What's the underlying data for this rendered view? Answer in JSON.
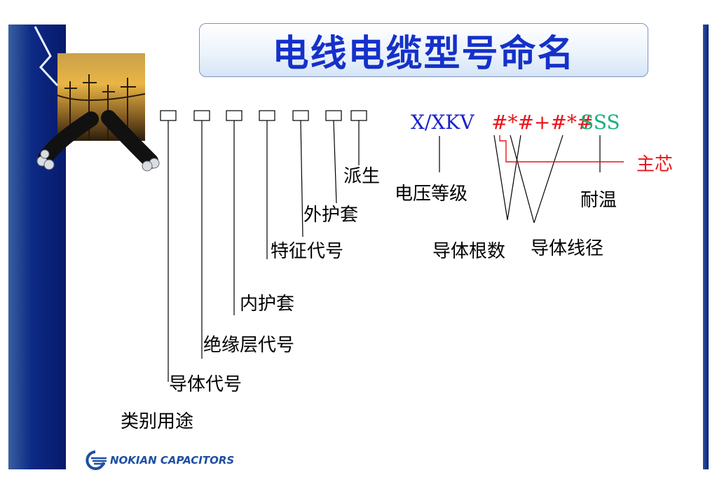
{
  "title": "电线电缆型号命名",
  "codes": {
    "voltage_code": "X/XKV",
    "conductor_code": "#*#+#*#",
    "temp_code": "SSS"
  },
  "labels": {
    "derivative": "派生",
    "outer_sheath": "外护套",
    "feature_code": "特征代号",
    "inner_sheath": "内护套",
    "insulation_code": "绝缘层代号",
    "conductor_code": "导体代号",
    "category_use": "类别用途",
    "voltage_grade": "电压等级",
    "conductor_count": "导体根数",
    "conductor_diameter": "导体线径",
    "temperature_resistance": "耐温",
    "main_core": "主芯"
  },
  "logo": {
    "text": "NOKIAN CAPACITORS",
    "icon": "nokian-logo-icon"
  },
  "colors": {
    "title": "#1531c9",
    "voltage_code": "#1a22c8",
    "conductor_code": "#e8141a",
    "temp_code": "#16b27a",
    "main_core": "#e8141a",
    "side_bar": "#0d2a86"
  }
}
